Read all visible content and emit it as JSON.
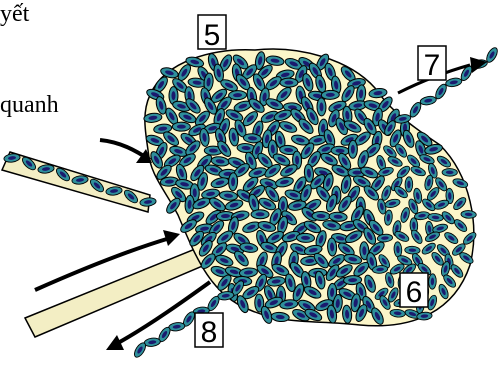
{
  "text_fragments": [
    {
      "id": "top-left",
      "text": "yết"
    },
    {
      "id": "mid-left",
      "text": "quanh"
    }
  ],
  "labels": [
    "5",
    "6",
    "7",
    "8"
  ],
  "colors": {
    "node_fill": "#fbf6c9",
    "vessel_fill": "#f3eec4",
    "cell_fill": "#2f8f9b",
    "cell_core": "#1a1a6e",
    "outline": "#000000",
    "arrow": "#000000"
  }
}
